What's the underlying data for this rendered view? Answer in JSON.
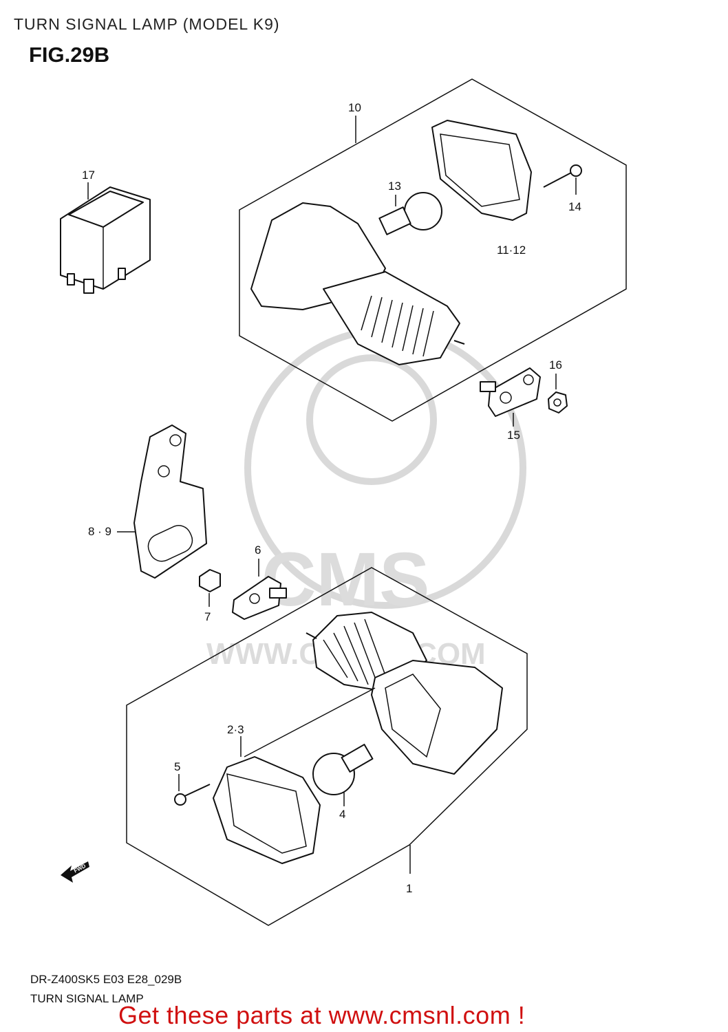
{
  "page_title": "TURN SIGNAL LAMP (MODEL K9)",
  "figure": "FIG.29B",
  "labels": {
    "p10": "10",
    "p17": "17",
    "p13": "13",
    "p14": "14",
    "p11_12": "11·12",
    "p16": "16",
    "p15": "15",
    "p8_9": "8 · 9",
    "p6": "6",
    "p7": "7",
    "p2_3": "2·3",
    "p5": "5",
    "p4": "4",
    "p1": "1",
    "fwd": "FWD"
  },
  "watermark": {
    "brand": "CMS",
    "url": "WWW.CMSNL.COM"
  },
  "footer": {
    "code": "DR-Z400SK5 E03 E28_029B",
    "name": "TURN SIGNAL LAMP"
  },
  "promo": "Get these parts at www.cmsnl.com !",
  "colors": {
    "promo": "#d01010",
    "line": "#111111",
    "watermark": "#d9d9d9"
  }
}
